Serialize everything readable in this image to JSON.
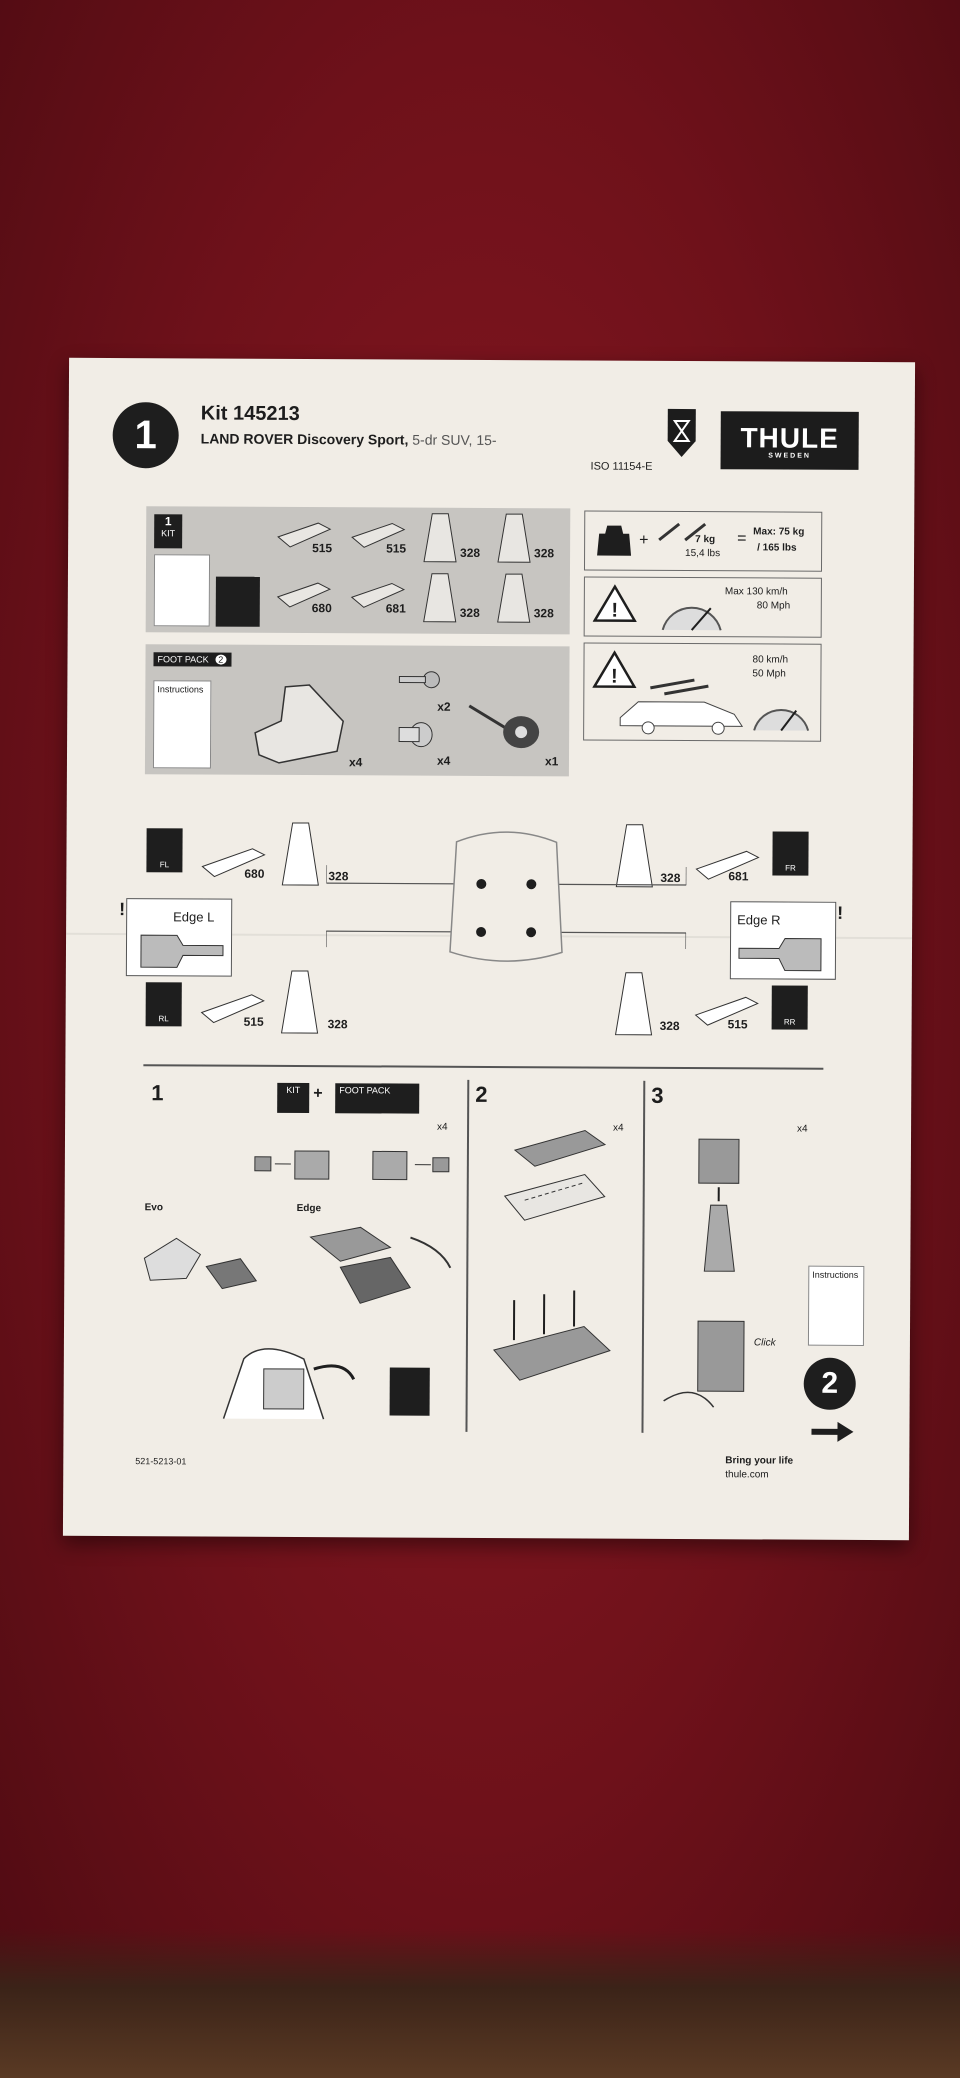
{
  "header": {
    "step_badge": "1",
    "kit_title": "Kit 145213",
    "vehicle_name": "LAND ROVER Discovery Sport,",
    "vehicle_spec": "5-dr SUV, 15-",
    "iso": "ISO 11154-E",
    "brand": "THULE",
    "brand_sub": "SWEDEN"
  },
  "kit_panel": {
    "kit_tag": "KIT",
    "kit_num": "1",
    "parts": [
      "515",
      "515",
      "328",
      "328",
      "680",
      "681",
      "328",
      "328"
    ]
  },
  "foot_pack_panel": {
    "tag": "FOOT PACK",
    "tag_num": "2",
    "instructions": "Instructions",
    "qty_foot": "x4",
    "qty_key": "x2",
    "qty_lock": "x4",
    "qty_tool": "x1"
  },
  "specs": {
    "weight_kg": "7 kg",
    "weight_lbs": "15,4 lbs",
    "max_load": "Max: 75 kg",
    "max_load_lbs": "/ 165 lbs",
    "max_speed": "Max  130 km/h",
    "max_speed_mph": "80 Mph",
    "warn_speed": "80 km/h",
    "warn_speed_mph": "50 Mph"
  },
  "placement": {
    "fl_tag": "FL",
    "fr_tag": "FR",
    "rl_tag": "RL",
    "rr_tag": "RR",
    "fl_pad": "680",
    "fl_foot": "328",
    "fr_pad": "681",
    "fr_foot": "328",
    "rl_pad": "515",
    "rl_foot": "328",
    "rr_pad": "515",
    "rr_foot": "328",
    "edge_l": "Edge L",
    "edge_r": "Edge R"
  },
  "steps": {
    "s1": "1",
    "s2": "2",
    "s3": "3",
    "kit_tag": "KIT",
    "foot_pack_tag": "FOOT PACK",
    "x4_1": "x4",
    "x4_2": "x4",
    "x4_3": "x4",
    "evo": "Evo",
    "edge": "Edge",
    "click": "Click",
    "next_badge": "2",
    "next_instructions": "Instructions"
  },
  "footer": {
    "code": "521-5213-01",
    "tagline": "Bring your life",
    "site": "thule.com"
  }
}
